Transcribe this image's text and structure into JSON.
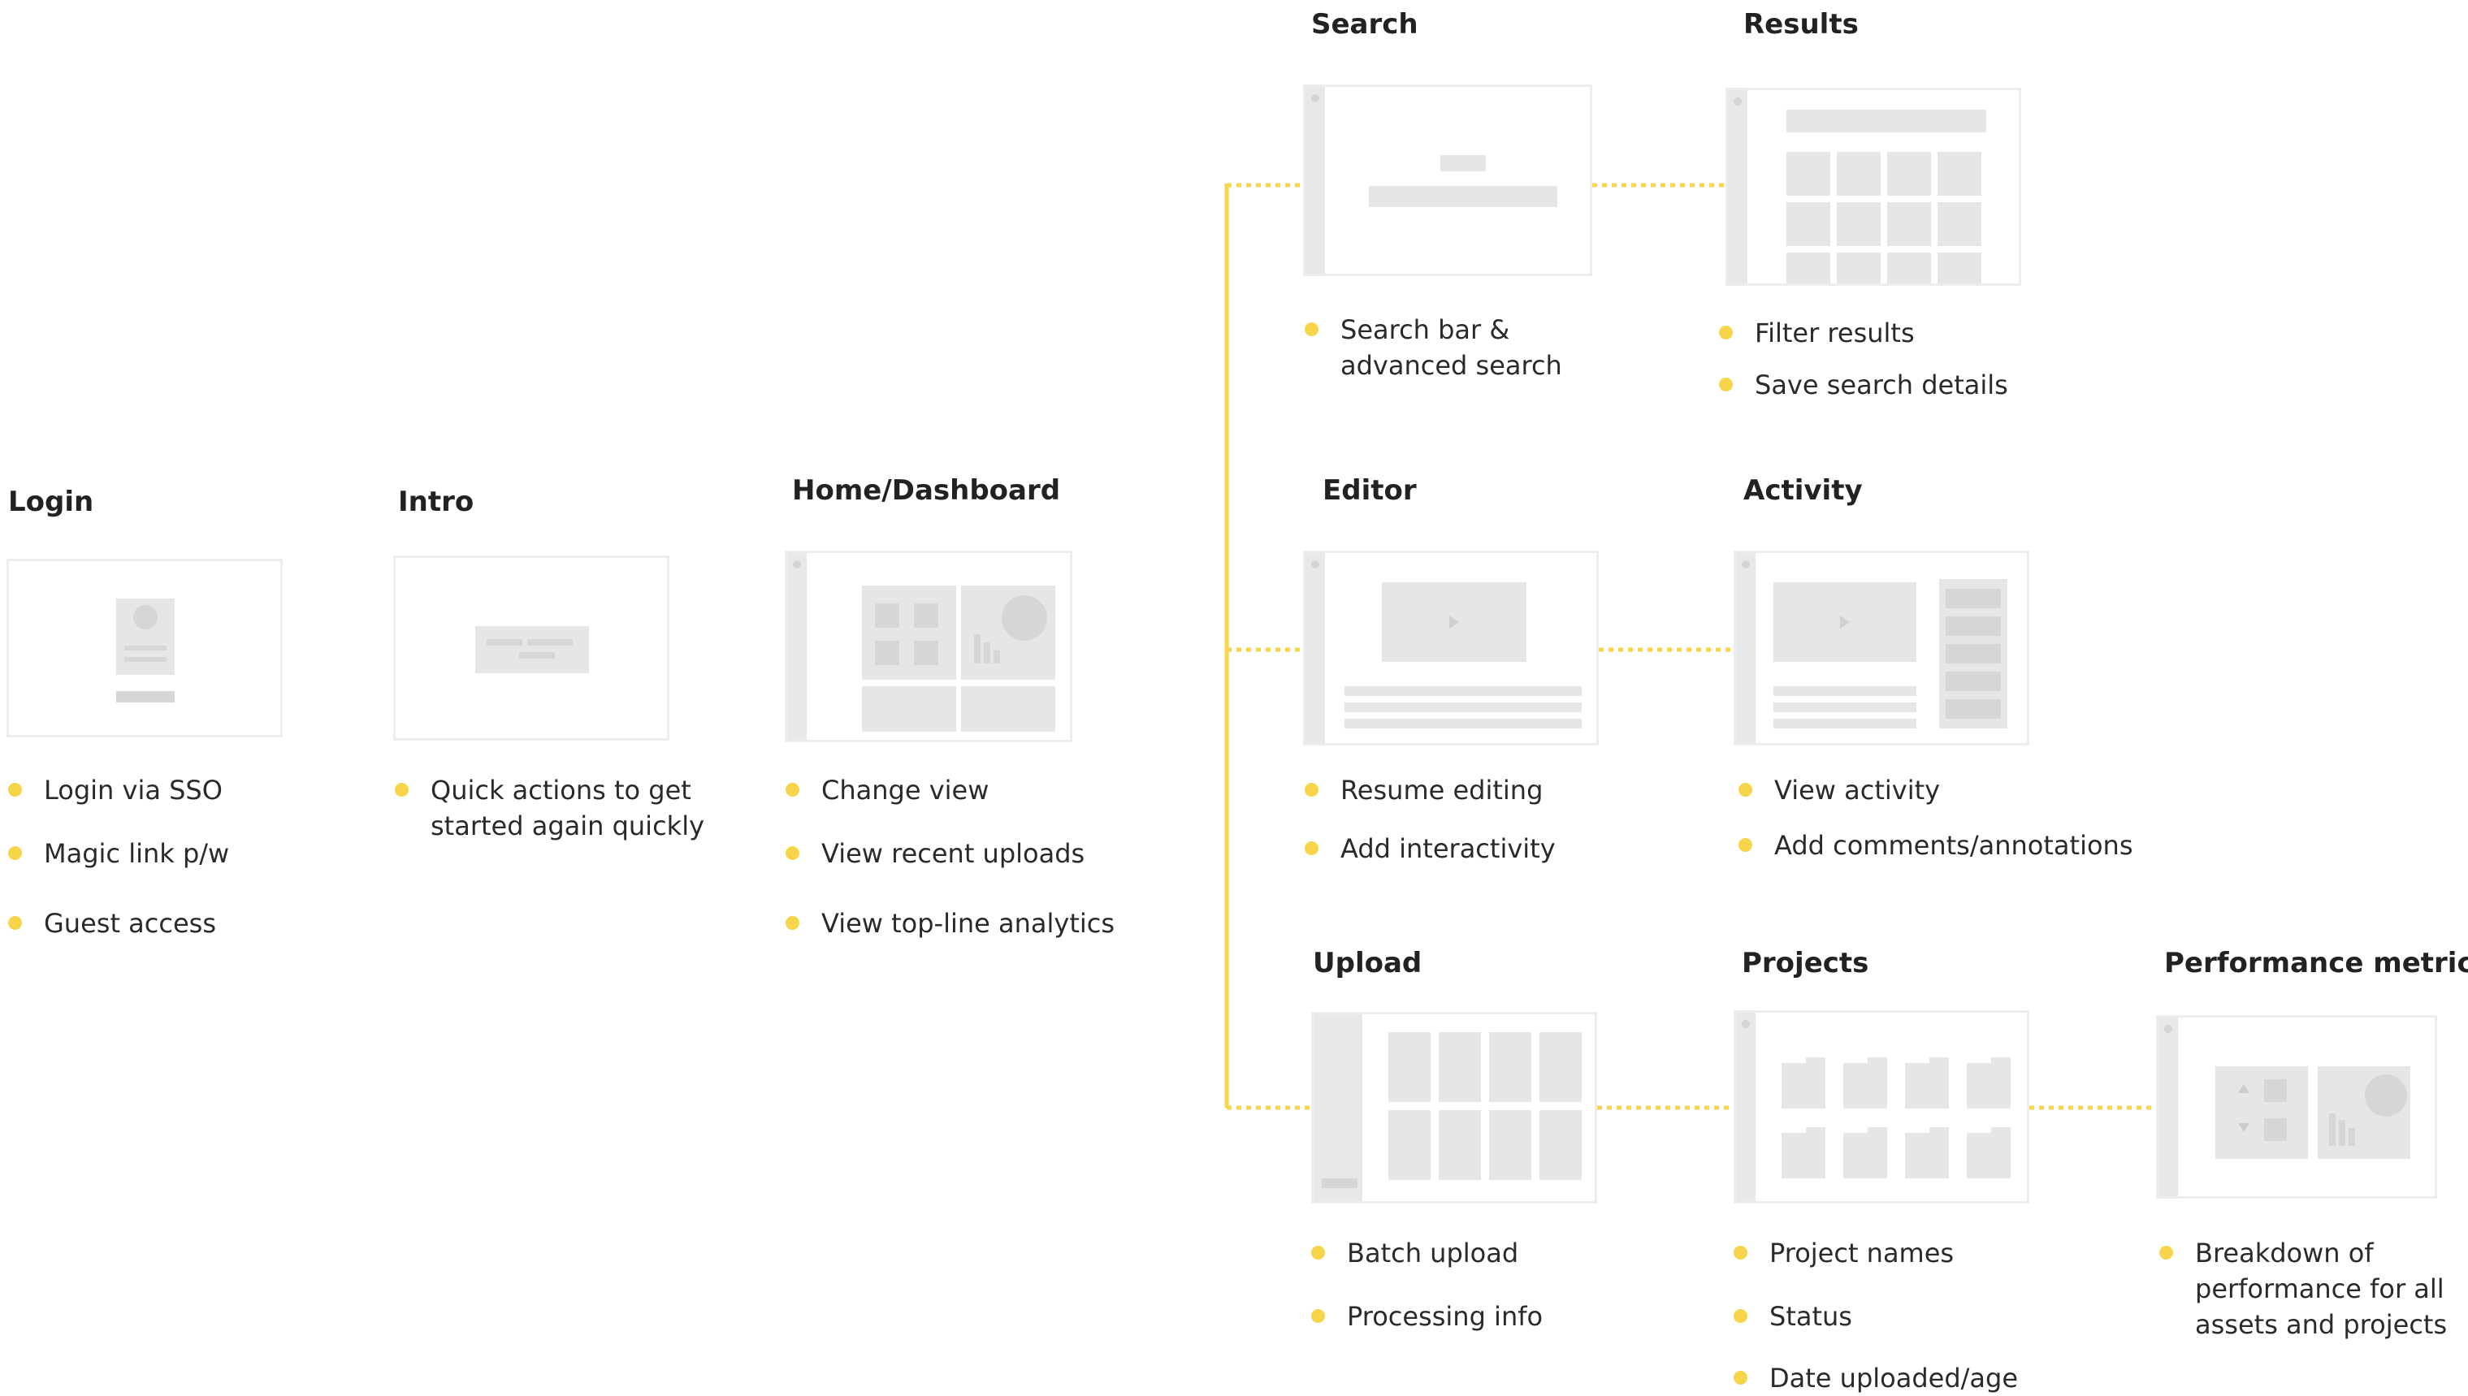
{
  "accent_color": "#f6d54a",
  "nodes": {
    "login": {
      "title": "Login",
      "bullets": [
        "Login via SSO",
        "Magic link p/w",
        "Guest access"
      ]
    },
    "intro": {
      "title": "Intro",
      "bullets": [
        "Quick actions to get\nstarted again quickly"
      ]
    },
    "home": {
      "title": "Home/Dashboard",
      "bullets": [
        "Change view",
        "View recent uploads",
        "View top-line analytics"
      ]
    },
    "search": {
      "title": "Search",
      "bullets": [
        "Search bar &\nadvanced search"
      ]
    },
    "results": {
      "title": "Results",
      "bullets": [
        "Filter results",
        "Save search details"
      ]
    },
    "editor": {
      "title": "Editor",
      "bullets": [
        "Resume editing",
        "Add interactivity"
      ]
    },
    "activity": {
      "title": "Activity",
      "bullets": [
        "View activity",
        "Add comments/annotations"
      ]
    },
    "upload": {
      "title": "Upload",
      "bullets": [
        "Batch upload",
        "Processing info"
      ]
    },
    "projects": {
      "title": "Projects",
      "bullets": [
        "Project names",
        "Status",
        "Date uploaded/age"
      ]
    },
    "performance": {
      "title": "Performance metrics",
      "bullets": [
        "Breakdown of\nperformance for all\nassets and projects"
      ]
    }
  }
}
